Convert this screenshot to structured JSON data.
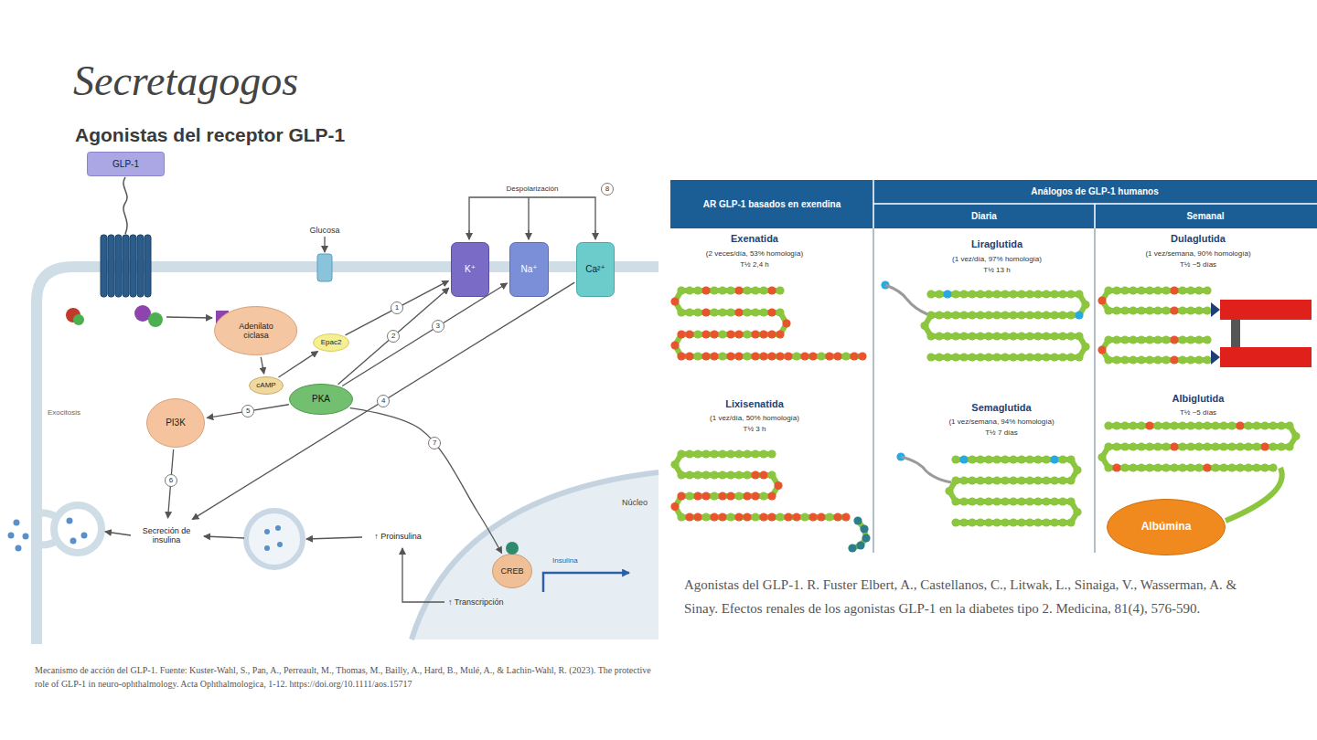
{
  "diagram": {
    "title": "Secretagogos",
    "nodes": [
      {
        "text": [
          "GLP-1"
        ]
      },
      {
        "text": [
          "Adenilato ciclasa"
        ]
      },
      {
        "text": [
          "Epac2"
        ]
      },
      {
        "text": [
          "cAMP"
        ]
      },
      {
        "text": [
          "PKA"
        ]
      },
      {
        "text": [
          "PI3K"
        ]
      },
      {
        "text": [
          "K⁺"
        ]
      },
      {
        "text": [
          "Na⁺"
        ]
      },
      {
        "text": [
          "Ca²⁺"
        ]
      },
      {
        "text": [
          "Secreción de insulina"
        ]
      },
      {
        "text": [
          "↑ Proinsulina"
        ]
      },
      {
        "text": [
          "Núcleo"
        ]
      },
      {
        "text": [
          "CREB"
        ],
        "in": 11
      },
      {
        "text": [
          "Albúmina"
        ]
      }
    ],
    "edges": [
      {
        "from": 1,
        "to": 3,
        "arrow": "to"
      },
      {
        "from": 3,
        "to": 2,
        "arrow": "to"
      },
      {
        "from": 2,
        "to": 6,
        "arrow": "to"
      },
      {
        "from": 4,
        "to": 6,
        "arrow": "to"
      },
      {
        "from": 4,
        "to": 7,
        "arrow": "to"
      },
      {
        "from": 4,
        "to": 5,
        "arrow": "to"
      },
      {
        "from": 5,
        "to": 9,
        "arrow": "to"
      },
      {
        "from": 8,
        "to": 9,
        "arrow": "to"
      },
      {
        "from": 4,
        "to": 12,
        "arrow": "to"
      }
    ],
    "labels": [
      "Agonistas del receptor GLP-1",
      "Glucosa",
      "Despolarización",
      "Exocitosis",
      "Insulina",
      "↑ Transcripción",
      "1",
      "2",
      "3",
      "4",
      "5",
      "6",
      "7",
      "8",
      "AR GLP-1 basados en exendina",
      "Análogos de GLP-1 humanos",
      "Diaria",
      "Semanal",
      "Exenatida",
      "(2 veces/día, 53% homología)",
      "T½ 2,4 h",
      "Lixisenatida",
      "(1 vez/día, 50% homología)",
      "T½ 3 h",
      "Liraglutida",
      "(1 vez/día, 97% homología)",
      "T½ 13 h",
      "Semaglutida",
      "(1 vez/semana, 94% homología)",
      "T½ 7 días",
      "Dulaglutida",
      "(1 vez/semana, 90% homología)",
      "T½ ~5 días",
      "Albiglutida",
      "T½ ~5 días",
      "Mecanismo de acción del GLP-1. Fuente: Kuster-Wahl, S., Pan, A., Perreault, M., Thomas, M., Bailly, A., Hard, B., Mulé, A., & Lachin-Wahl, R. (2023). The protective role of GLP-1 in neuro-ophthalmology. Acta Ophthalmologica, 1-12. https://doi.org/10.1111/aos.15717",
      "Agonistas del GLP-1. R. Fuster Elbert, A., Castellanos, C., Litwak, L., Sinaiga, V., Wasserman, A. & Sinay. Efectos renales de los agonistas GLP-1 en la diabetes tipo 2. Medicina, 81(4), 576-590."
    ]
  }
}
